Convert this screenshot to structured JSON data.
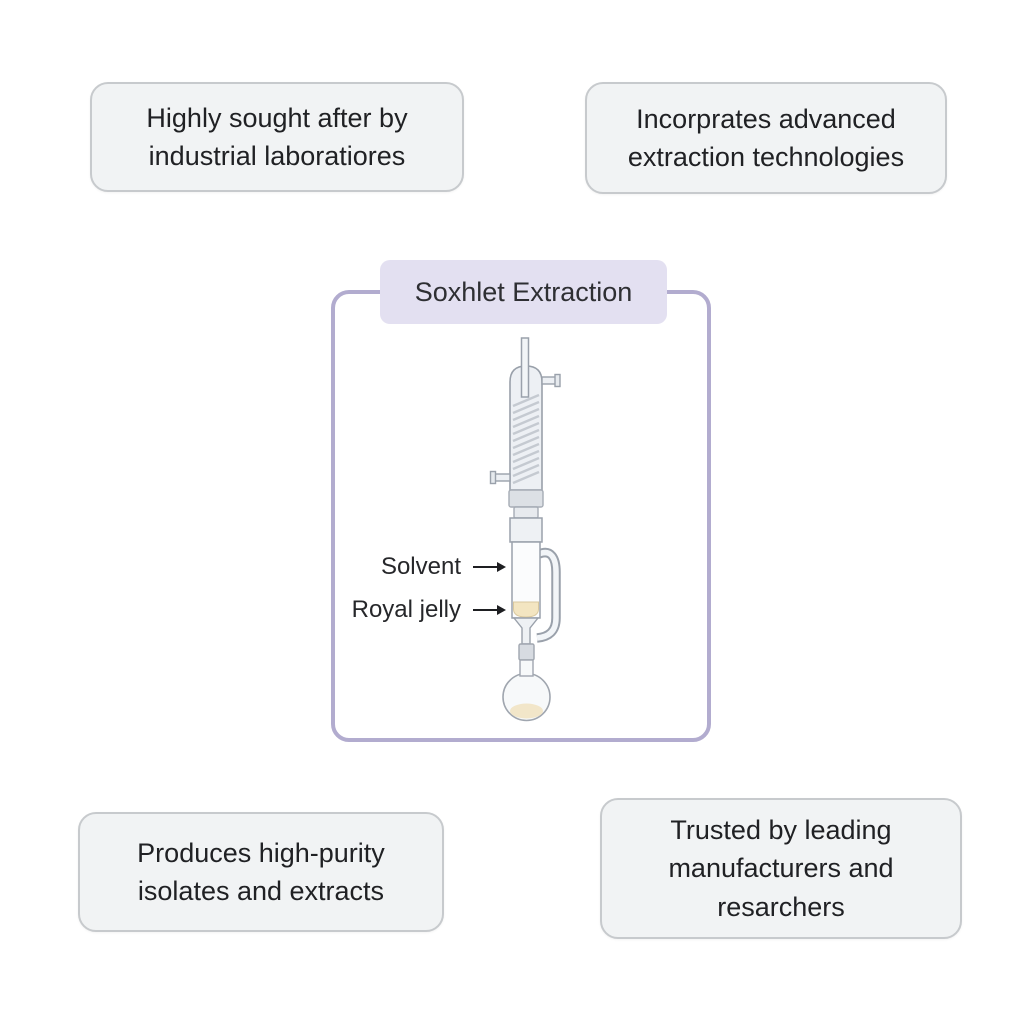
{
  "colors": {
    "header_bg": "#e3e0f1",
    "container_border": "#b2accf",
    "box_bg": "#f1f3f4",
    "box_border": "#c7cacd",
    "text": "#202124",
    "royal_jelly_fill": "#f3e5c1"
  },
  "diagram": {
    "header_label": "Soxhlet Extraction",
    "apparatus_labels": [
      {
        "text": "Solvent"
      },
      {
        "text": "Royal jelly"
      }
    ]
  },
  "feature_boxes": [
    {
      "position": "top-left",
      "text": "Highly sought after by\nindustrial laboratiores"
    },
    {
      "position": "top-right",
      "text": "Incorprates advanced\nextraction technologies"
    },
    {
      "position": "bottom-left",
      "text": "Produces high-purity\nisolates and extracts"
    },
    {
      "position": "bottom-right",
      "text": "Trusted by leading\nmanufacturers and\nresarchers"
    }
  ]
}
